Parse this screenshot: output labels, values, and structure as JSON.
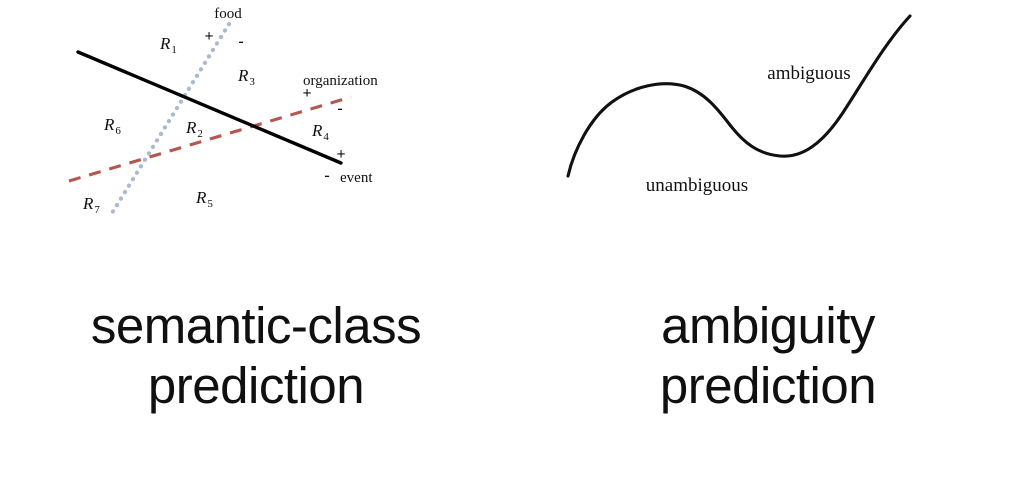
{
  "figure": {
    "background_color": "#ffffff",
    "panels": [
      {
        "id": "semantic-class-prediction",
        "caption_line1": "semantic-class",
        "caption_line2": "prediction",
        "diagram": {
          "type": "linear-decision-boundaries",
          "description": "Three linear decision boundaries partitioning a plane into seven regions",
          "boundaries": [
            {
              "name": "event",
              "label": "event",
              "style": "solid",
              "color": "#000000",
              "plus_sign": "+",
              "minus_sign": "-"
            },
            {
              "name": "food",
              "label": "food",
              "style": "dotted",
              "color": "#a9bace",
              "plus_sign": "+",
              "minus_sign": "-"
            },
            {
              "name": "organization",
              "label": "organization",
              "style": "dashed",
              "color": "#b5574e",
              "plus_sign": "+",
              "minus_sign": "-"
            }
          ],
          "regions": [
            {
              "name": "R1",
              "letter": "R",
              "subscript": "1"
            },
            {
              "name": "R2",
              "letter": "R",
              "subscript": "2"
            },
            {
              "name": "R3",
              "letter": "R",
              "subscript": "3"
            },
            {
              "name": "R4",
              "letter": "R",
              "subscript": "4"
            },
            {
              "name": "R5",
              "letter": "R",
              "subscript": "5"
            },
            {
              "name": "R6",
              "letter": "R",
              "subscript": "6"
            },
            {
              "name": "R7",
              "letter": "R",
              "subscript": "7"
            }
          ]
        }
      },
      {
        "id": "ambiguity-prediction",
        "caption_line1": "ambiguity",
        "caption_line2": "prediction",
        "diagram": {
          "type": "freehand-curve",
          "description": "A smooth S-shaped curve separating an unambiguous lower-left area from an ambiguous upper-right area",
          "curve_color": "#111111",
          "labels": [
            {
              "name": "ambiguous",
              "text": "ambiguous"
            },
            {
              "name": "unambiguous",
              "text": "unambiguous"
            }
          ]
        }
      }
    ]
  }
}
